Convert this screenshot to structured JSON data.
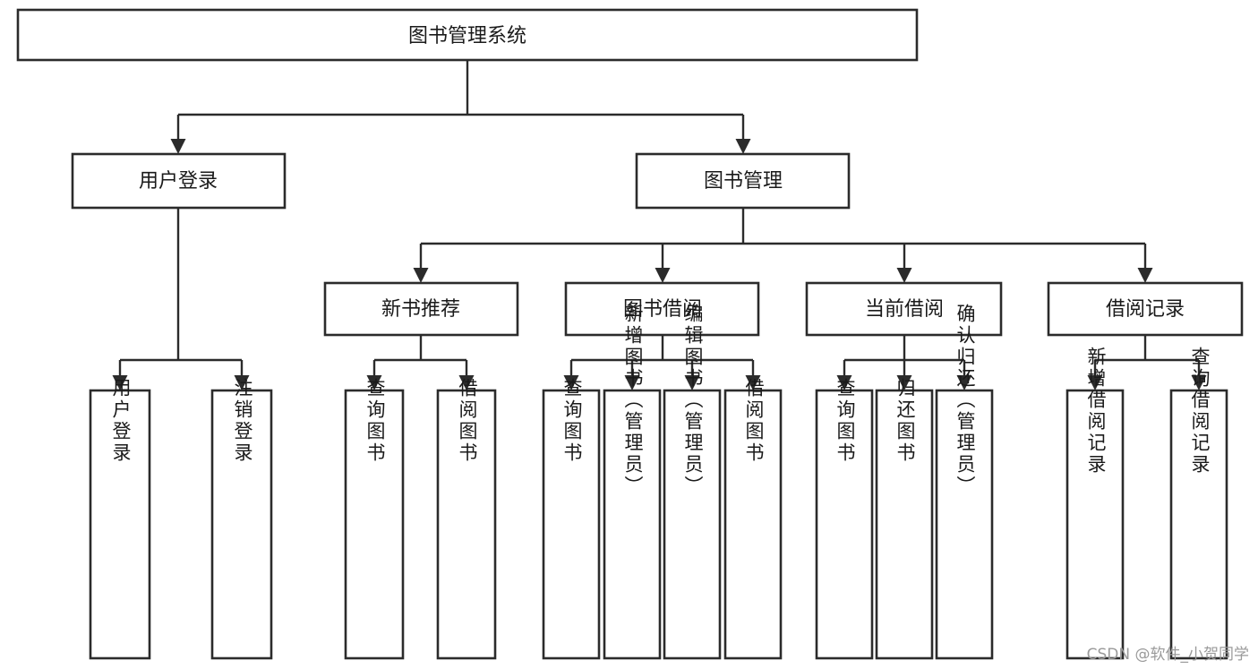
{
  "diagram": {
    "type": "tree-hierarchy-chart",
    "title": "图书管理系统",
    "orientation": "top-down",
    "box_fill": "#ffffff",
    "box_stroke": "#2b2b2b",
    "connector_color": "#2b2b2b",
    "background": "#ffffff",
    "levels": [
      {
        "level": 1,
        "nodes": [
          {
            "id": "root",
            "label": "图书管理系统",
            "orientation": "horizontal"
          }
        ]
      },
      {
        "level": 2,
        "nodes": [
          {
            "id": "user-login",
            "label": "用户登录",
            "orientation": "horizontal",
            "parent": "root"
          },
          {
            "id": "book-management",
            "label": "图书管理",
            "orientation": "horizontal",
            "parent": "root"
          }
        ]
      },
      {
        "level": 3,
        "nodes": [
          {
            "id": "new-book-recommend",
            "label": "新书推荐",
            "orientation": "horizontal",
            "parent": "book-management"
          },
          {
            "id": "book-borrow",
            "label": "图书借阅",
            "orientation": "horizontal",
            "parent": "book-management"
          },
          {
            "id": "current-borrow",
            "label": "当前借阅",
            "orientation": "horizontal",
            "parent": "book-management"
          },
          {
            "id": "borrow-record",
            "label": "借阅记录",
            "orientation": "horizontal",
            "parent": "book-management"
          }
        ]
      },
      {
        "level": 4,
        "nodes": [
          {
            "id": "leaf-user-login",
            "label": "用户登录",
            "orientation": "vertical",
            "parent": "user-login"
          },
          {
            "id": "leaf-logout-login",
            "label": "注销登录",
            "orientation": "vertical",
            "parent": "user-login"
          },
          {
            "id": "leaf-query-book-1",
            "label": "查询图书",
            "orientation": "vertical",
            "parent": "new-book-recommend"
          },
          {
            "id": "leaf-borrow-book-1",
            "label": "借阅图书",
            "orientation": "vertical",
            "parent": "new-book-recommend"
          },
          {
            "id": "leaf-query-book-2",
            "label": "查询图书",
            "orientation": "vertical",
            "parent": "book-borrow"
          },
          {
            "id": "leaf-add-book-admin",
            "label": "新增图书（管理员）",
            "orientation": "vertical",
            "parent": "book-borrow"
          },
          {
            "id": "leaf-edit-book-admin",
            "label": "编辑图书（管理员）",
            "orientation": "vertical",
            "parent": "book-borrow"
          },
          {
            "id": "leaf-borrow-book-2",
            "label": "借阅图书",
            "orientation": "vertical",
            "parent": "book-borrow"
          },
          {
            "id": "leaf-query-book-3",
            "label": "查询图书",
            "orientation": "vertical",
            "parent": "current-borrow"
          },
          {
            "id": "leaf-return-book",
            "label": "归还图书",
            "orientation": "vertical",
            "parent": "current-borrow"
          },
          {
            "id": "leaf-confirm-return-admin",
            "label": "确认归还（管理员）",
            "orientation": "vertical",
            "parent": "current-borrow"
          },
          {
            "id": "leaf-add-borrow-record",
            "label": "新增借阅记录",
            "orientation": "vertical",
            "parent": "borrow-record"
          },
          {
            "id": "leaf-query-borrow-record",
            "label": "查询借阅记录",
            "orientation": "vertical",
            "parent": "borrow-record"
          }
        ]
      }
    ]
  },
  "watermark": {
    "text": "CSDN @软件_小贺同学",
    "color": "#9a9a9a"
  }
}
